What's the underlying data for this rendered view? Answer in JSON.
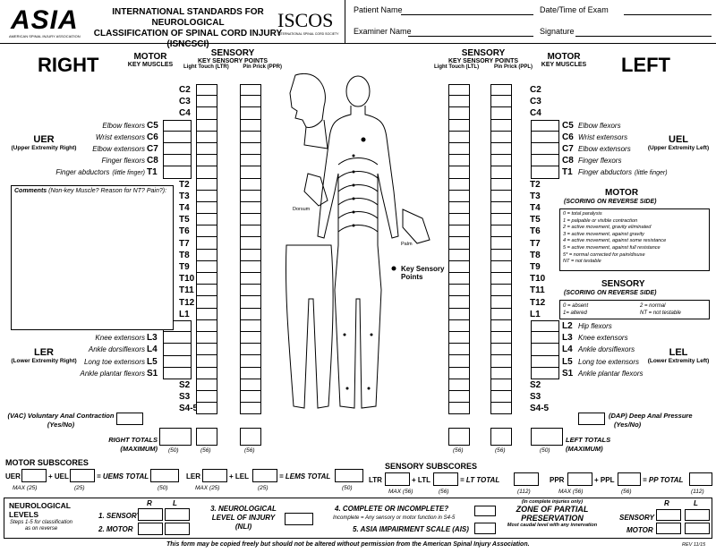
{
  "header": {
    "logo_text": "ASIA",
    "logo_sub": "AMERICAN SPINAL INJURY ASSOCIATION",
    "title_lines": [
      "INTERNATIONAL STANDARDS FOR NEUROLOGICAL",
      "CLASSIFICATION OF SPINAL CORD INJURY",
      "(ISNCSCI)"
    ],
    "iscos": "ISCOS",
    "iscos_sub": "INTERNATIONAL SPINAL CORD SOCIETY",
    "patient_name": "Patient Name",
    "date_time": "Date/Time of Exam",
    "examiner_name": "Examiner Name",
    "signature": "Signature"
  },
  "right": {
    "title": "RIGHT",
    "motor_hdr": "MOTOR",
    "motor_sub": "KEY MUSCLES",
    "sensory_hdr": "SENSORY",
    "sensory_sub": "KEY SENSORY POINTS",
    "ltr": "Light Touch (LTR)",
    "ppr": "Pin Prick (PPR)",
    "uer": "UER",
    "uer_sub": "(Upper Extremity Right)",
    "ler": "LER",
    "ler_sub": "(Lower Extremity Right)",
    "comments": "Comments",
    "comments_sub": "(Non-key Muscle? Reason for NT? Pain?):",
    "vac": "(VAC) Voluntary Anal Contraction",
    "yesno": "(Yes/No)",
    "totals": "RIGHT TOTALS",
    "maximum": "(MAXIMUM)",
    "max50": "(50)",
    "max56a": "(56)",
    "max56b": "(56)"
  },
  "left": {
    "title": "LEFT",
    "motor_hdr": "MOTOR",
    "motor_sub": "KEY MUSCLES",
    "sensory_hdr": "SENSORY",
    "sensory_sub": "KEY SENSORY POINTS",
    "ltl": "Light Touch (LTL)",
    "ppl": "Pin Prick (PPL)",
    "uel": "UEL",
    "uel_sub": "(Upper Extremity Left)",
    "lel": "LEL",
    "lel_sub": "(Lower Extremity Left)",
    "dap": "(DAP) Deep Anal Pressure",
    "yesno": "(Yes/No)",
    "totals": "LEFT TOTALS",
    "maximum": "(MAXIMUM)",
    "max50": "(50)",
    "max56a": "(56)",
    "max56b": "(56)"
  },
  "levels": [
    "C2",
    "C3",
    "C4",
    "C5",
    "C6",
    "C7",
    "C8",
    "T1",
    "T2",
    "T3",
    "T4",
    "T5",
    "T6",
    "T7",
    "T8",
    "T9",
    "T10",
    "T11",
    "T12",
    "L1",
    "L2",
    "L3",
    "L4",
    "L5",
    "S1",
    "S2",
    "S3",
    "S4-5"
  ],
  "upper_muscles": [
    "Elbow flexors",
    "Wrist extensors",
    "Elbow extensors",
    "Finger flexors",
    "Finger abductors"
  ],
  "little_finger": "(little finger)",
  "lower_muscles": [
    "Hip flexors",
    "Knee extensors",
    "Ankle dorsiflexors",
    "Long toe extensors",
    "Ankle plantar flexors"
  ],
  "motor_scale": {
    "title": "MOTOR",
    "subtitle": "(SCORING ON REVERSE SIDE)",
    "items": [
      "0 = total paralysis",
      "1 = palpable or visible contraction",
      "2 = active movement, gravity eliminated",
      "3 = active movement, against gravity",
      "4 = active movement, against some resistance",
      "5 = active movement, against full resistance",
      "5* = normal corrected for pain/disuse",
      "NT = not testable"
    ]
  },
  "sensory_scale": {
    "title": "SENSORY",
    "subtitle": "(SCORING ON REVERSE SIDE)",
    "items": [
      "0 = absent",
      "2 = normal",
      "1= altered",
      "NT = not testable"
    ]
  },
  "diagram": {
    "key_points": "Key Sensory Points",
    "dorsum": "Dorsum",
    "palm": "Palm"
  },
  "motor_subscores": {
    "title": "MOTOR SUBSCORES",
    "uer": "UER",
    "uel": "+ UEL",
    "uems": "= UEMS TOTAL",
    "ler": "LER",
    "lel": "+ LEL",
    "lems": "= LEMS TOTAL",
    "max": "MAX",
    "v25a": "(25)",
    "v25b": "(25)",
    "v50a": "(50)",
    "v25c": "(25)",
    "v25d": "(25)",
    "v50b": "(50)"
  },
  "sensory_subscores": {
    "title": "SENSORY SUBSCORES",
    "ltr": "LTR",
    "ltl": "+ LTL",
    "lt": "= LT TOTAL",
    "ppr": "PPR",
    "ppl": "+ PPL",
    "pp": "= PP TOTAL",
    "max": "MAX",
    "v56a": "(56)",
    "v56b": "(56)",
    "v112a": "(112)",
    "v56c": "(56)",
    "v56d": "(56)",
    "v112b": "(112)"
  },
  "footer": {
    "nl_title": "NEUROLOGICAL",
    "nl_title2": "LEVELS",
    "nl_steps": "Steps 1-5 for classification",
    "nl_steps2": "as on reverse",
    "r": "R",
    "l": "L",
    "sensory": "1. SENSORY",
    "motor": "2. MOTOR",
    "nli1": "3. NEUROLOGICAL",
    "nli2": "LEVEL OF INJURY",
    "nli3": "(NLI)",
    "complete": "4. COMPLETE OR INCOMPLETE?",
    "incomplete_note": "Incomplete = Any sensory or motor function in S4-5",
    "ais": "5. ASIA IMPAIRMENT SCALE (AIS)",
    "zpp_note": "(In complete injuries only)",
    "zpp1": "ZONE OF PARTIAL",
    "zpp2": "PRESERVATION",
    "zpp_note2": "Most caudal level with any innervation",
    "zpp_r": "R",
    "zpp_l": "L",
    "zpp_sensory": "SENSORY",
    "zpp_motor": "MOTOR",
    "copyright": "This form may be copied freely but should not be altered without permission from the American Spinal Injury Association.",
    "rev": "REV 11/15"
  }
}
